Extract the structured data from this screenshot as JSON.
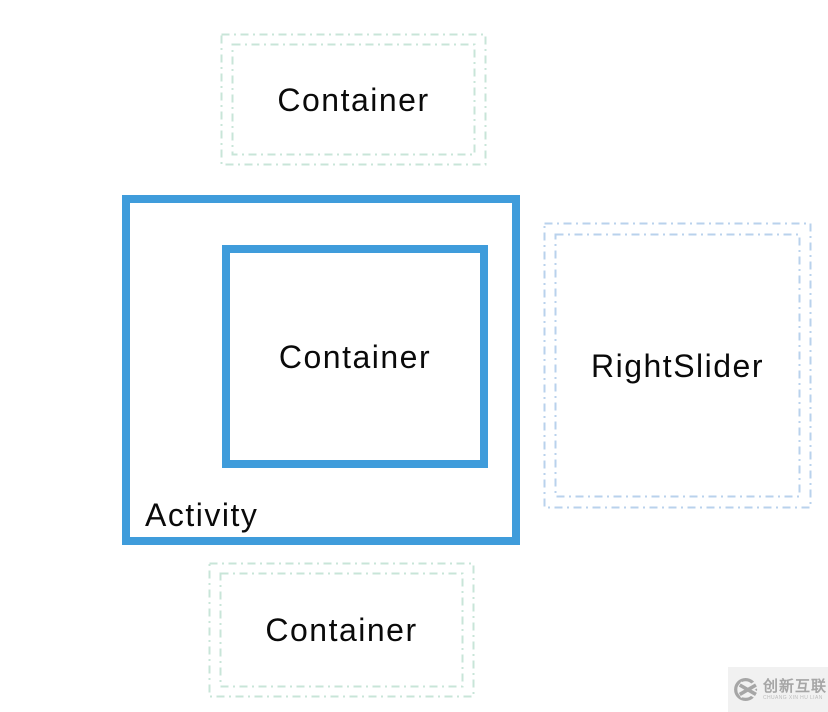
{
  "diagram": {
    "top_container": {
      "label": "Container"
    },
    "activity": {
      "label": "Activity"
    },
    "activity_inner_container": {
      "label": "Container"
    },
    "right_slider": {
      "label": "RightSlider"
    },
    "bottom_container": {
      "label": "Container"
    },
    "colors": {
      "activity_border": "#3f9cdb",
      "container_dash": "#c8e5d8",
      "right_slider_dash": "#b9d2ec",
      "label_text": "#0a0a0a"
    }
  },
  "watermark": {
    "brand_cn": "创新互联",
    "brand_en": "CHUANG XIN HU LIAN",
    "icon": "cx-circle-x-logo",
    "background": "#f1f1f1",
    "foreground": "#a6a6a6"
  }
}
